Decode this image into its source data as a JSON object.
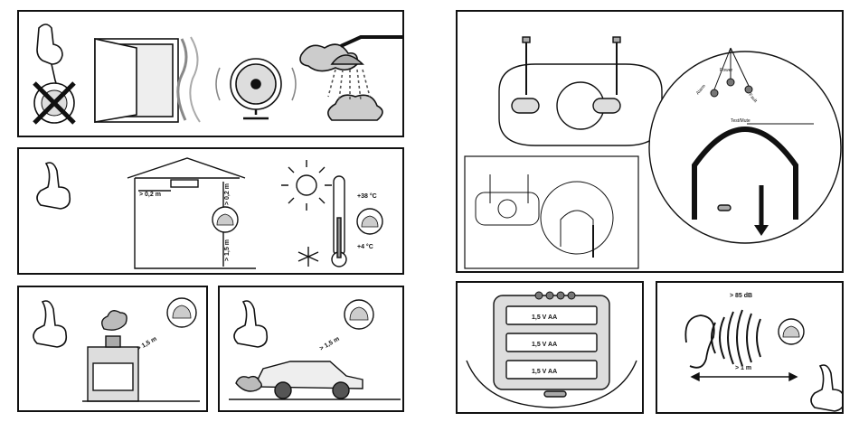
{
  "panel_placement": {
    "distance_h": "> 0,2 m",
    "distance_v_top": "> 0,2 m",
    "distance_v_bottom": "> 1,5 m",
    "temp_max": "+38 °C",
    "temp_min": "+4 °C"
  },
  "panel_kitchen": {
    "distance": "> 1,5 m"
  },
  "panel_car": {
    "distance": "> 1,5 m"
  },
  "panel_detector": {
    "led_power": "Power",
    "led_alarm": "Alarm",
    "led_fault": "Fault",
    "button_test": "Test/Mute"
  },
  "panel_battery": {
    "battery_label": "1,5 V AA",
    "battery_count": 3
  },
  "panel_sound": {
    "level": "> 85 dB",
    "distance": "> 1 m"
  }
}
